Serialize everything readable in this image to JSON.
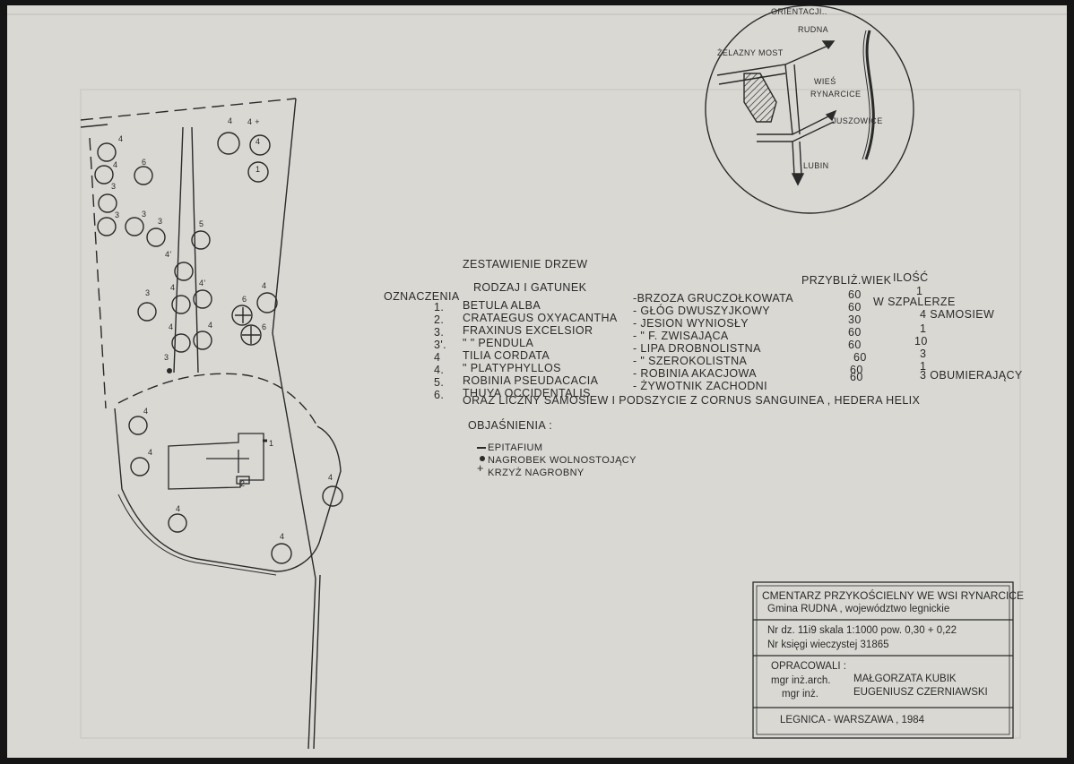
{
  "legend_table": {
    "heading": "ZESTAWIENIE   DRZEW",
    "col_designation": "OZNACZENIA",
    "col_species": "RODZAJ   I   GATUNEK",
    "col_age": "PRZYBLIŻ.WIEK",
    "col_count": "ILOŚĆ",
    "rows": [
      {
        "mark": "1.",
        "latin": "BETULA   ALBA",
        "polish": "-BRZOZA   GRUCZOŁKOWATA",
        "age": "60",
        "count": "1"
      },
      {
        "mark": "2.",
        "latin": "CRATAEGUS   OXYACANTHA",
        "polish": "- GŁÓG  DWUSZYJKOWY",
        "age": "60",
        "count": "W  SZPALERZE"
      },
      {
        "mark": "3.",
        "latin": "FRAXINUS   EXCELSIOR",
        "polish": "- JESION  WYNIOSŁY",
        "age": "30",
        "count": "4  SAMOSIEW"
      },
      {
        "mark": "3'.",
        "latin": "\"          \"    PENDULA",
        "polish": "- \"    F. ZWISAJĄCA",
        "age": "60",
        "count": "1"
      },
      {
        "mark": "4",
        "latin": "TILIA  CORDATA",
        "polish": "- LIPA  DROBNOLISTNA",
        "age": "60",
        "count": "10"
      },
      {
        "mark": "4.",
        "latin": "\"    PLATYPHYLLOS",
        "polish": "- \"    SZEROKOLISTNA",
        "age": "60",
        "count": "3"
      },
      {
        "mark": "5.",
        "latin": "ROBINIA   PSEUDACACIA",
        "polish": "- ROBINIA  AKACJOWA",
        "age": "60",
        "count": "1"
      },
      {
        "mark": "6.",
        "latin": "THUYA   OCCIDENTALIS",
        "polish": "- ŻYWOTNIK  ZACHODNI",
        "age": "60",
        "count": "3  OBUMIERAJĄCY"
      }
    ],
    "note": "ORAZ  LICZNY   SAMOSIEW  I  PODSZYCIE  Z  CORNUS   SANGUINEA ,  HEDERA  HELIX"
  },
  "explanations": {
    "heading": "OBJAŚNIENIA :",
    "items": [
      {
        "symbol": "—",
        "label": "EPITAFIUM"
      },
      {
        "symbol": "●",
        "label": "NAGROBEK  WOLNOSTOJĄCY"
      },
      {
        "symbol": "+",
        "label": "KRZYŻ    NAGROBNY"
      }
    ]
  },
  "orientation": {
    "title": "ORIENTACJI..",
    "roads": {
      "rudna": "RUDNA",
      "zelazny_most": "ŻELAZNY MOST",
      "wies_line1": "WIEŚ",
      "wies_line2": "RYNARCICE",
      "juszowice": "JUSZOWICE",
      "lubin": "LUBIN"
    }
  },
  "title_block": {
    "line1": "CMENTARZ  PRZYKOŚCIELNY  WE  WSI  RYNARCICE",
    "line2": "Gmina      RUDNA  ,  województwo  legnickie",
    "line3": "Nr dz.  11i9      skala  1:1000    pow.  0,30 + 0,22",
    "line4": "Nr  księgi  wieczystej  31865",
    "prepared": "OPRACOWALI :",
    "role1": "mgr  inż.arch.",
    "name1": "MAŁGORZATA  KUBIK",
    "role2": "mgr  inż.",
    "name2": "EUGENIUSZ   CZERNIAWSKI",
    "footer": "LEGNICA  -  WARSZAWA ,  1984"
  },
  "tree_labels": [
    "4",
    "4",
    "6",
    "3",
    "3",
    "3",
    "3",
    "4",
    "4 +",
    "4",
    "1",
    "5",
    "4'",
    "4",
    "4'",
    "3",
    "6",
    "4",
    "4",
    "6",
    "4",
    "3",
    "4",
    "4",
    "2",
    "1",
    "4",
    "4",
    "4"
  ]
}
